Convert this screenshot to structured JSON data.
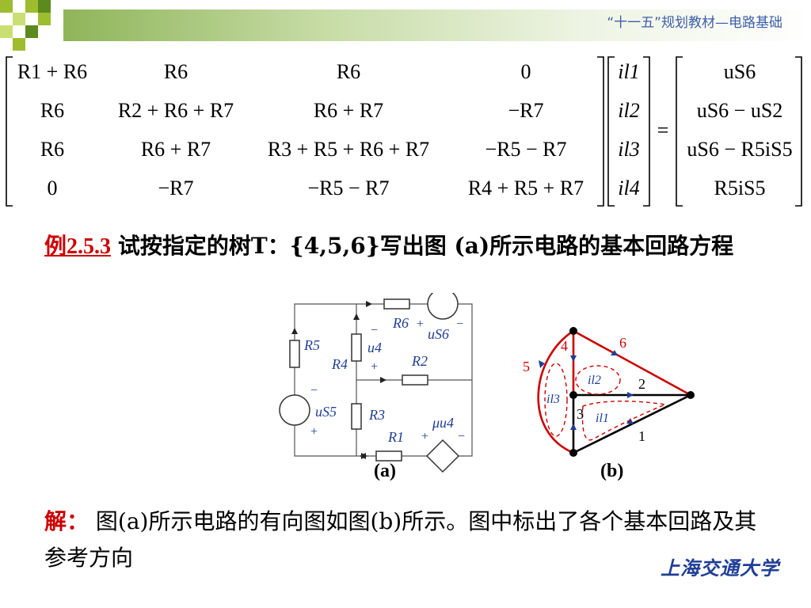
{
  "header": {
    "title": "“十一五”规划教材—电路基础",
    "accent_color": "#8fb55a",
    "square_color": "#9dbd2f"
  },
  "matrix": {
    "rows": [
      [
        "R1 + R6",
        "R6",
        "R6",
        "0"
      ],
      [
        "R6",
        "R2 + R6 + R7",
        "R6 + R7",
        "−R7"
      ],
      [
        "R6",
        "R6 + R7",
        "R3 + R5 + R6 + R7",
        "−R5 − R7"
      ],
      [
        "0",
        "−R7",
        "−R5 − R7",
        "R4 + R5 + R7"
      ]
    ],
    "currents": [
      "il1",
      "il2",
      "il3",
      "il4"
    ],
    "equals": "=",
    "rhs": [
      "uS6",
      "uS6 − uS2",
      "uS6 − R5iS5",
      "R5iS5"
    ]
  },
  "example": {
    "label": "例2.5.3",
    "body": "试按指定的树T：{4,5,6}写出图 (a)所示电路的基本回路方程"
  },
  "figure_a": {
    "caption": "(a)",
    "labels": {
      "r5": "R5",
      "r4": "R4",
      "u4": "u4",
      "r6": "R6",
      "us6": "uS6",
      "r2": "R2",
      "us5": "uS5",
      "r3": "R3",
      "r1": "R1",
      "mu_u4": "μu4",
      "plus": "+",
      "minus": "−"
    }
  },
  "figure_b": {
    "caption": "(b)",
    "branch_labels": [
      "1",
      "2",
      "3",
      "4",
      "5",
      "6"
    ],
    "loop_labels": [
      "il1",
      "il2",
      "il3"
    ],
    "tree_color": "#cc0000",
    "branch_color": "#000000",
    "loop_color": "#cc0000"
  },
  "solution": {
    "label": "解：",
    "body": "图(a)所示电路的有向图如图(b)所示。图中标出了各个基本回路及其参考方向"
  },
  "logo": {
    "text": "上海交通大学",
    "color": "#1f3e96"
  }
}
